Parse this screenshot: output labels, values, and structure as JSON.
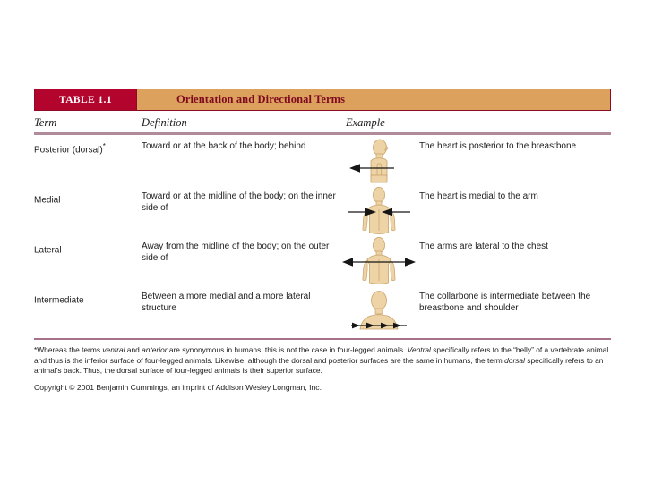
{
  "table": {
    "tag": "TABLE 1.1",
    "title": "Orientation and Directional Terms",
    "columns": {
      "term": "Term",
      "definition": "Definition",
      "example": "Example"
    },
    "rows": [
      {
        "term": "Posterior (dorsal)",
        "term_footnote_marker": "*",
        "definition": "Toward or at the back of the body; behind",
        "example": "The heart is posterior to the breastbone",
        "figure": "human-body-side-view-arrow-left"
      },
      {
        "term": "Medial",
        "term_footnote_marker": "",
        "definition": "Toward or at the midline of the body; on the inner side of",
        "example": "The heart is medial to the arm",
        "figure": "human-body-front-view-arrows-inward"
      },
      {
        "term": "Lateral",
        "term_footnote_marker": "",
        "definition": "Away from the midline of the body; on the outer side of",
        "example": "The arms are lateral to the chest",
        "figure": "human-body-front-view-arrows-outward"
      },
      {
        "term": "Intermediate",
        "term_footnote_marker": "",
        "definition": "Between a more medial and a more lateral structure",
        "example": "The collarbone is intermediate between the breastbone and shoulder",
        "figure": "human-shoulders-view-arrows-sequence"
      }
    ]
  },
  "footnote": {
    "marker": "*",
    "part1": "Whereas the terms ",
    "italic1": "ventral",
    "part2": " and ",
    "italic2": "anterior",
    "part3": " are synonymous in humans, this is not the case in four-legged animals. ",
    "italic3": "Ventral",
    "part4": " specifically refers to the “belly” of a vertebrate animal and thus is the inferior surface of four-legged animals. Likewise, although the dorsal and posterior surfaces are the same in humans, the term ",
    "italic4": "dorsal",
    "part5": " specifically refers to an animal’s back. Thus, the dorsal surface of four-legged animals is their superior surface."
  },
  "copyright": "Copyright © 2001 Benjamin Cummings, an imprint of Addison Wesley Longman, Inc.",
  "colors": {
    "tag_background": "#b3042e",
    "tag_border": "#8e0b25",
    "title_background": "#dda15e",
    "title_text": "#7d0a20",
    "rule": "#b08b9c",
    "figure_skin": "#edd3a5",
    "figure_outline": "#caa36a",
    "text": "#1c1c1c",
    "page_background": "#ffffff"
  }
}
